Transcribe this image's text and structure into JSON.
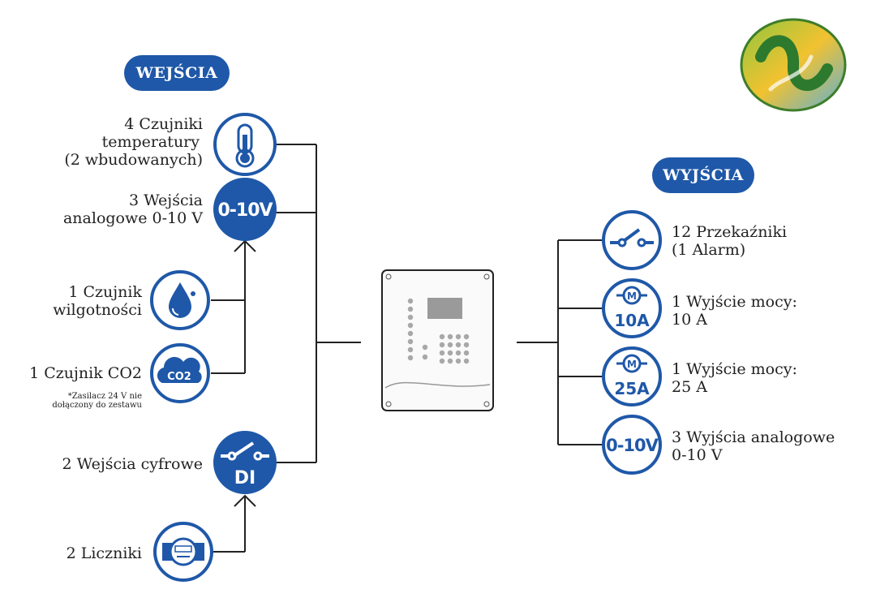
{
  "inputs_heading": "WEJŚCIA",
  "outputs_heading": "WYJŚCIA",
  "inputs": {
    "temperature": {
      "line1": "4 Czujniki",
      "line2": "temperatury",
      "line3": "(2 wbudowanych)",
      "icon": "thermometer-icon"
    },
    "analog_in": {
      "line1": "3 Wejścia",
      "line2": "analogowe 0-10 V",
      "icon_text": "0-10V"
    },
    "humidity": {
      "line1": "1 Czujnik",
      "line2": "wilgotności",
      "icon": "water-drop-icon"
    },
    "co2": {
      "line1": "1 Czujnik CO2",
      "note_line1": "*Zasilacz 24 V nie",
      "note_line2": "dołączony do zestawu",
      "icon_text": "CO2"
    },
    "digital": {
      "line1": "2 Wejścia cyfrowe",
      "icon_text": "DI"
    },
    "counters": {
      "line1": "2 Liczniki",
      "icon": "meter-icon"
    }
  },
  "outputs": {
    "relays": {
      "line1": "12 Przekaźniki",
      "line2": "(1 Alarm)",
      "icon": "switch-icon"
    },
    "power10": {
      "line1": "1 Wyjście mocy:",
      "line2": "10 A",
      "icon_text": "10A",
      "motor": "M"
    },
    "power25": {
      "line1": "1 Wyjście mocy:",
      "line2": "25 A",
      "icon_text": "25A",
      "motor": "M"
    },
    "analog_out": {
      "line1": "3 Wyjścia analogowe",
      "line2": "0-10 V",
      "icon_text": "0-10V"
    }
  },
  "colors": {
    "brand_blue": "#1f58a8",
    "line": "#222222"
  }
}
